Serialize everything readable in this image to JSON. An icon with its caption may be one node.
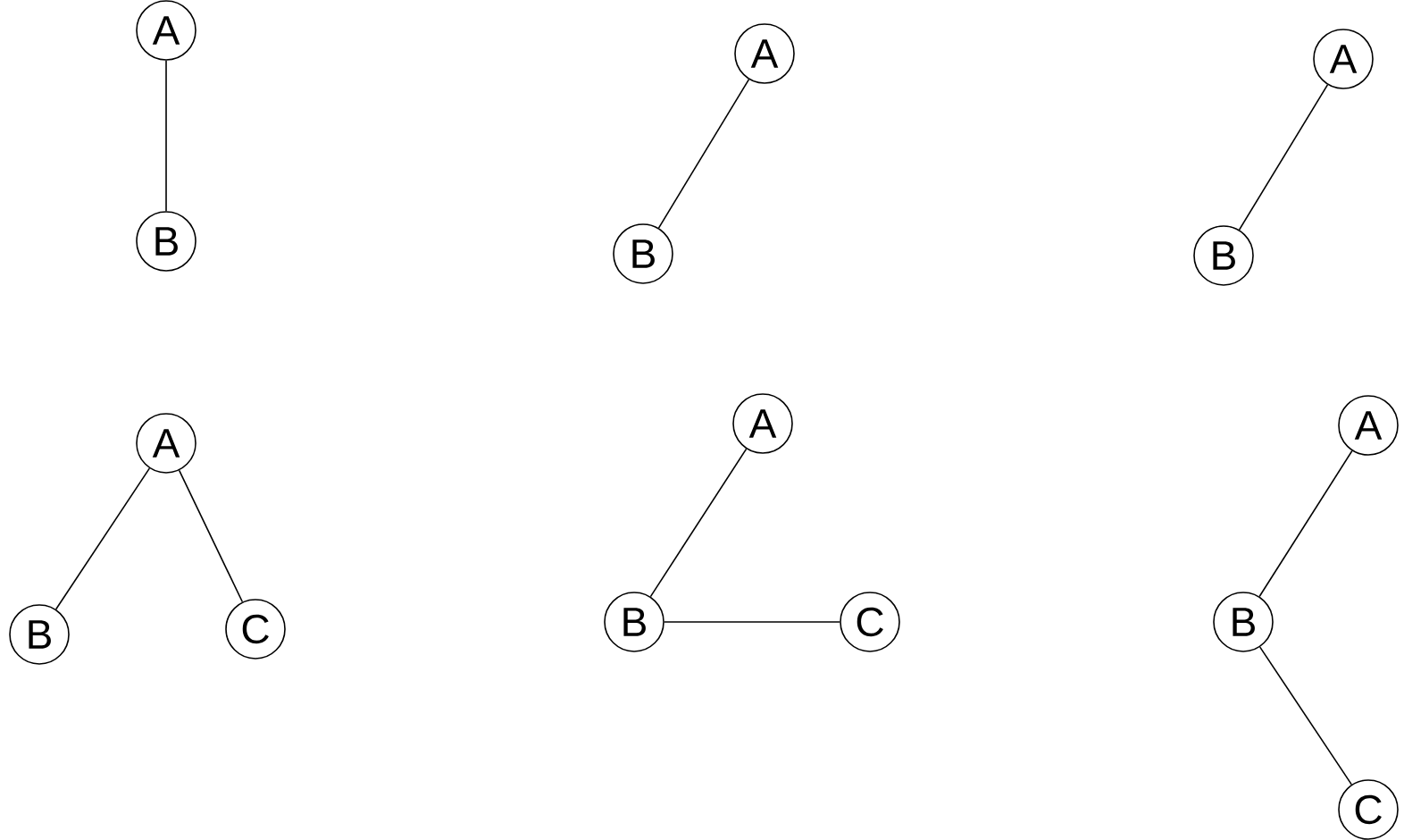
{
  "diagram": {
    "nodes": [
      {
        "text": [
          "A"
        ]
      },
      {
        "text": [
          "B"
        ]
      },
      {
        "text": [
          "A"
        ]
      },
      {
        "text": [
          "B"
        ]
      },
      {
        "text": [
          "A"
        ]
      },
      {
        "text": [
          "B"
        ]
      },
      {
        "text": [
          "A"
        ]
      },
      {
        "text": [
          "B"
        ]
      },
      {
        "text": [
          "C"
        ]
      },
      {
        "text": [
          "A"
        ]
      },
      {
        "text": [
          "B"
        ]
      },
      {
        "text": [
          "C"
        ]
      },
      {
        "text": [
          "A"
        ]
      },
      {
        "text": [
          "B"
        ]
      },
      {
        "text": [
          "C"
        ]
      }
    ],
    "edges": [
      {
        "from": 0,
        "to": 1,
        "arrow": "none"
      },
      {
        "from": 2,
        "to": 3,
        "arrow": "none"
      },
      {
        "from": 4,
        "to": 5,
        "arrow": "none"
      },
      {
        "from": 6,
        "to": 7,
        "arrow": "none"
      },
      {
        "from": 6,
        "to": 8,
        "arrow": "none"
      },
      {
        "from": 9,
        "to": 10,
        "arrow": "none"
      },
      {
        "from": 10,
        "to": 11,
        "arrow": "none"
      },
      {
        "from": 12,
        "to": 13,
        "arrow": "none"
      },
      {
        "from": 13,
        "to": 14,
        "arrow": "none"
      }
    ]
  }
}
